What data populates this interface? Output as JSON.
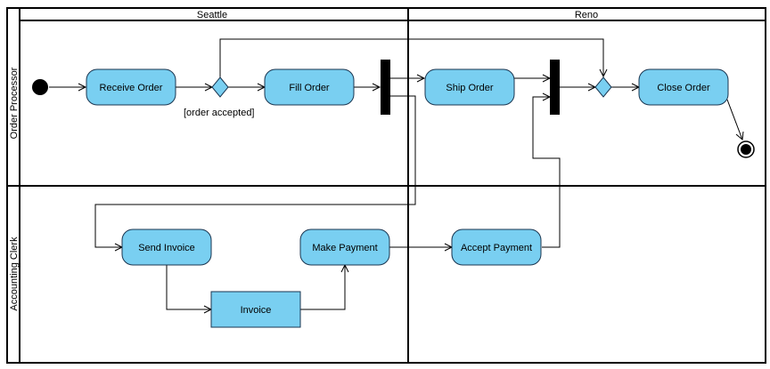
{
  "partitions": {
    "seattle": "Seattle",
    "reno": "Reno",
    "order_processor": "Order Processor",
    "accounting_clerk": "Accounting Clerk"
  },
  "activities": {
    "receive_order": "Receive Order",
    "fill_order": "Fill Order",
    "ship_order": "Ship Order",
    "close_order": "Close Order",
    "send_invoice": "Send Invoice",
    "make_payment": "Make Payment",
    "accept_payment": "Accept Payment"
  },
  "objects": {
    "invoice": "Invoice"
  },
  "guards": {
    "order_accepted": "[order accepted]"
  },
  "colors": {
    "activity_fill": "#79cff1",
    "activity_stroke": "#1a3550",
    "line": "#000000"
  }
}
